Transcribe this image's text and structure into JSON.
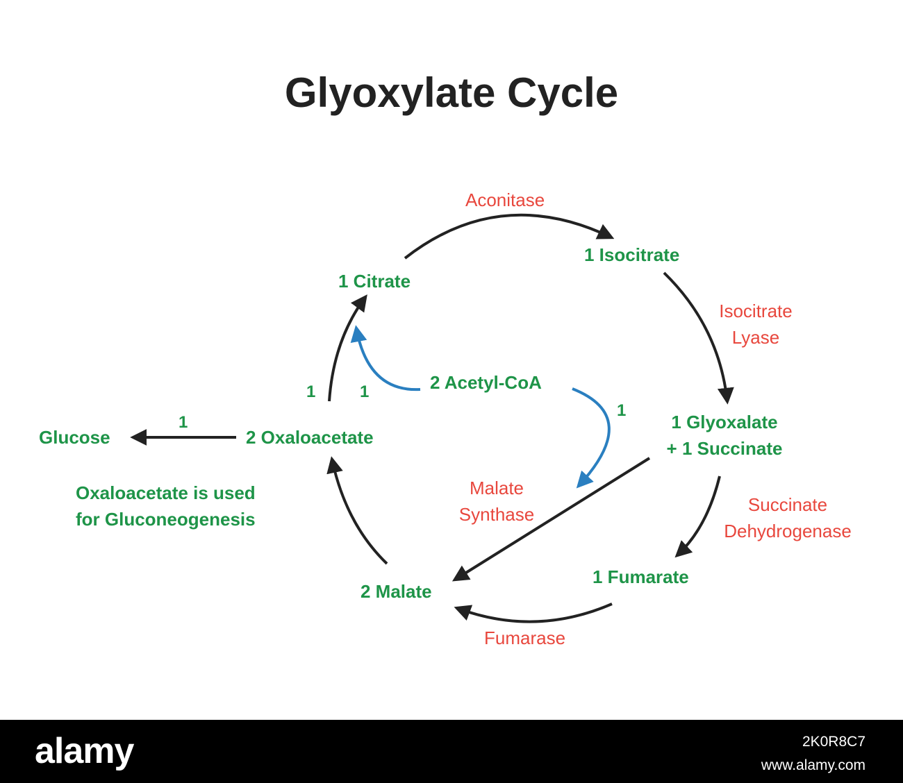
{
  "title": "Glyoxylate Cycle",
  "colors": {
    "metabolite": "#1e9448",
    "enzyme": "#e8473d",
    "arrow": "#222222",
    "acetyl_arrow": "#2a7fc0",
    "footer": "#000000"
  },
  "metabolites": {
    "citrate": "1 Citrate",
    "isocitrate": "1 Isocitrate",
    "glyoxalate": "1 Glyoxalate",
    "succinate": "+ 1 Succinate",
    "fumarate": "1 Fumarate",
    "malate": "2 Malate",
    "oxaloacetate": "2 Oxaloacetate",
    "acetyl_coa": "2 Acetyl-CoA",
    "glucose": "Glucose"
  },
  "enzymes": {
    "aconitase": "Aconitase",
    "isocitrate_lyase_1": "Isocitrate",
    "isocitrate_lyase_2": "Lyase",
    "malate_synthase_1": "Malate",
    "malate_synthase_2": "Synthase",
    "succinate_dh_1": "Succinate",
    "succinate_dh_2": "Dehydrogenase",
    "fumarase": "Fumarase"
  },
  "stoichiometry": {
    "oaa_to_citrate": "1",
    "acetyl_to_citrate": "1",
    "acetyl_to_malate": "1",
    "oaa_to_glucose": "1"
  },
  "note": {
    "line1": "Oxaloacetate is used",
    "line2": "for Gluconeogenesis"
  },
  "watermark": {
    "brand": "alamy",
    "image_id": "2K0R8C7",
    "site": "www.alamy.com"
  }
}
